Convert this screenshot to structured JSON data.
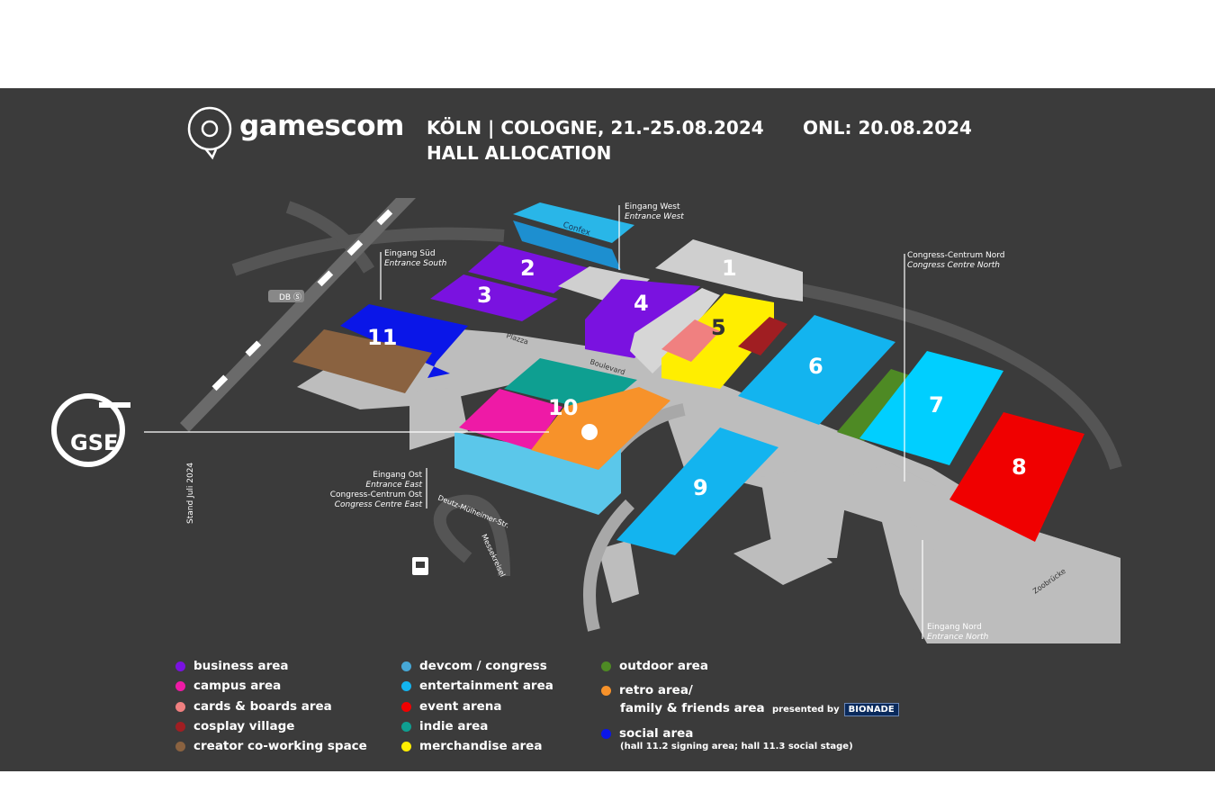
{
  "header": {
    "logo": "gamescom",
    "line1": "KÖLN | COLOGNE, 21.-25.08.2024",
    "line2": "HALL ALLOCATION",
    "onl": "ONL: 20.08.2024"
  },
  "map": {
    "halls": [
      "1",
      "2",
      "3",
      "4",
      "5",
      "6",
      "7",
      "8",
      "9",
      "10",
      "11"
    ],
    "confex": "Confex",
    "plazza": "Plazza",
    "boulevard": "Boulevard",
    "street1": "Deutz-Mülheimer-Str.",
    "street2": "Messekreisel",
    "bridge": "Zoobrücke",
    "stand": "Stand Juli 2024",
    "db": "DB Ⓢ",
    "entrances": {
      "west_de": "Eingang West",
      "west_en": "Entrance West",
      "south_de": "Eingang Süd",
      "south_en": "Entrance South",
      "cc_north_de": "Congress-Centrum Nord",
      "cc_north_en": "Congress Centre North",
      "east_de": "Eingang Ost",
      "east_en": "Entrance East",
      "cc_east_de": "Congress-Centrum Ost",
      "cc_east_en": "Congress Centre East",
      "north_de": "Eingang Nord",
      "north_en": "Entrance North"
    },
    "watermark": "GSE"
  },
  "colors": {
    "business": "#7a12e0",
    "campus": "#ee1aa6",
    "cards": "#f08080",
    "cosplay": "#a01e22",
    "creator": "#8a6240",
    "devcom": "#47a8d6",
    "entertainment": "#13b4ef",
    "event": "#f00000",
    "indie": "#0e9f91",
    "merch": "#ffee00",
    "outdoor": "#4e8a24",
    "retro": "#f7922a",
    "social": "#0a16e8"
  },
  "legend": {
    "col1": [
      "business area",
      "campus area",
      "cards & boards area",
      "cosplay village",
      "creator co-working space"
    ],
    "col2": [
      "devcom / congress",
      "entertainment area",
      "event arena",
      "indie area",
      "merchandise area"
    ],
    "outdoor": "outdoor area",
    "retro1": "retro area/",
    "retro2": "family & friends area",
    "presented": "presented by",
    "sponsor": "BIONADE",
    "social": "social area",
    "social_note": "(hall 11.2 signing area; hall 11.3 social stage)"
  }
}
